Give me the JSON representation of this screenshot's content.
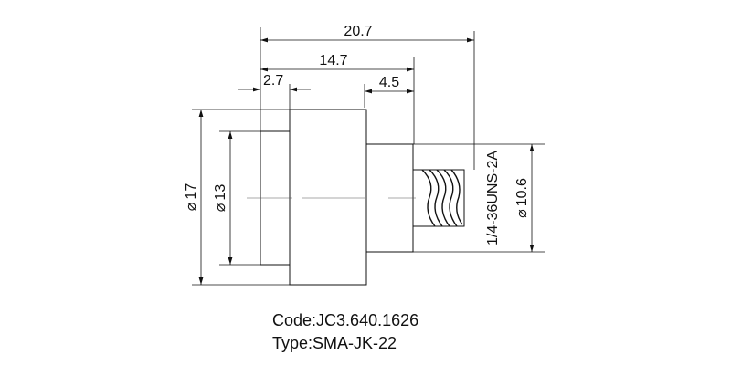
{
  "dimensions": {
    "overall_length": "20.7",
    "body_length": "14.7",
    "flange_length": "2.7",
    "neck_length": "4.5",
    "outer_diameter": "17",
    "inner_diameter": "13",
    "neck_diameter": "10.6",
    "thread": "1/4-36UNS-2A",
    "diameter_symbol": "⌀"
  },
  "caption": {
    "code_label": "Code:",
    "code_value": "JC3.640.1626",
    "type_label": "Type:",
    "type_value": "SMA-JK-22"
  },
  "colors": {
    "line": "#111111",
    "background": "#ffffff"
  }
}
